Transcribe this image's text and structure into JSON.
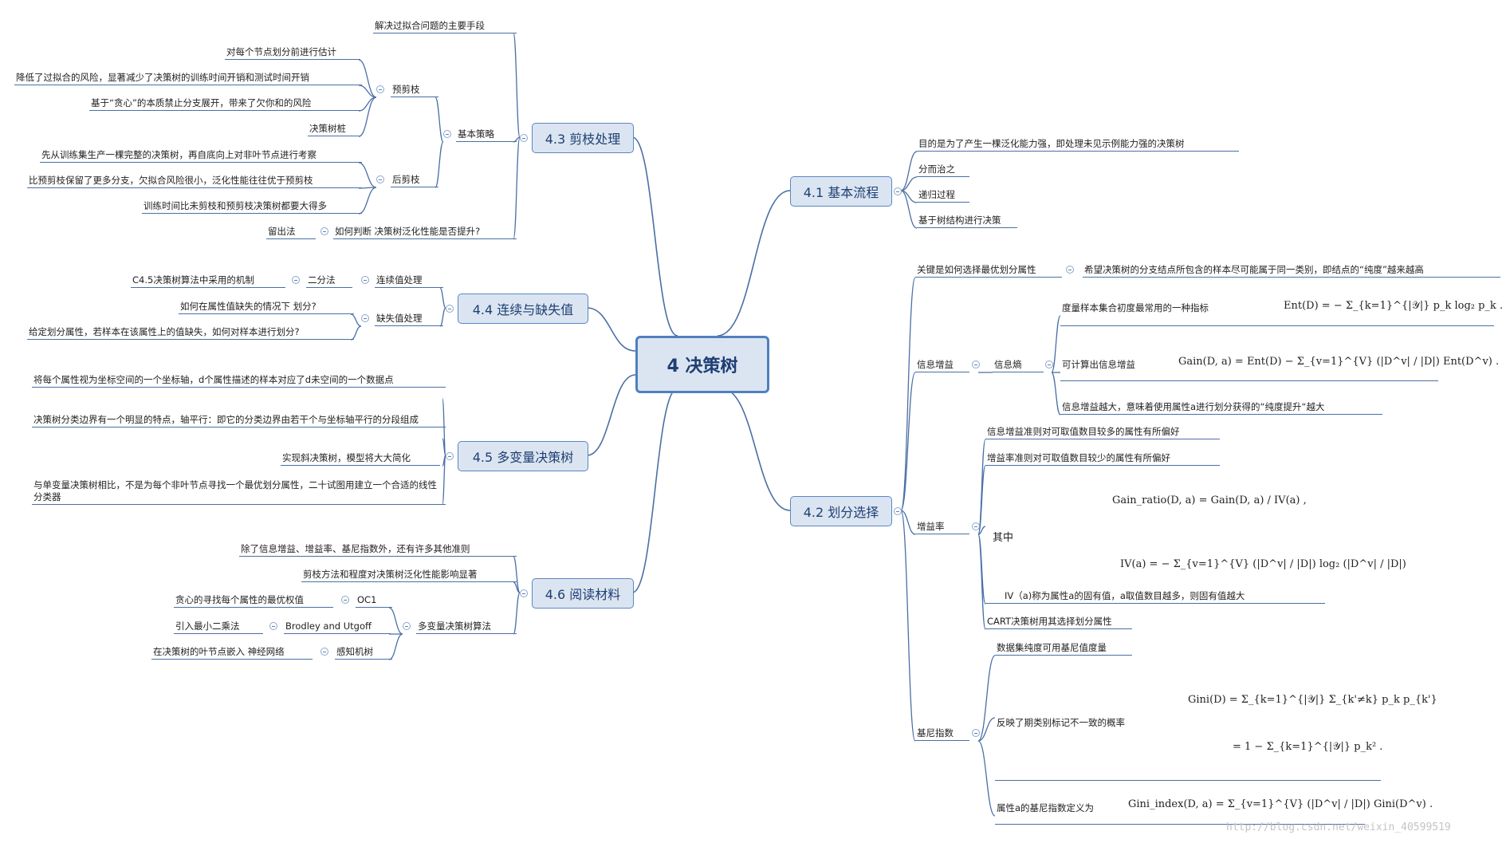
{
  "root": {
    "label": "4 决策树"
  },
  "colors": {
    "line": "#4a6fa5",
    "topic_fill": "#dbe5f1",
    "topic_border": "#5b86c0"
  },
  "s41": {
    "title": "4.1 基本流程",
    "items": [
      "目的是为了产生一棵泛化能力强，即处理未见示例能力强的决策树",
      "分而治之",
      "递归过程",
      "基于树结构进行决策"
    ]
  },
  "s42": {
    "title": "4.2 划分选择",
    "key": "关键是如何选择最优划分属性",
    "key_detail": "希望决策树的分支结点所包含的样本尽可能属于同一类别，即结点的“纯度”越来越高",
    "gain": {
      "label": "信息增益",
      "entropy_label": "信息熵",
      "ent_desc": "度量样本集合初度最常用的一种指标",
      "ent_formula": "Ent(D) = − Σ_{k=1}^{|𝒴|} p_k log₂ p_k .",
      "gain_desc": "可计算出信息增益",
      "gain_formula": "Gain(D, a) = Ent(D) − Σ_{v=1}^{V} (|D^v| / |D|) Ent(D^v) .",
      "note": "信息增益越大，意味着使用属性a进行划分获得的“纯度提升“越大"
    },
    "ratio": {
      "label": "增益率",
      "bias1": "信息增益准则对可取值数目较多的属性有所偏好",
      "bias2": "增益率准则对可取值数目较少的属性有所偏好",
      "formula1": "Gain_ratio(D, a) = Gain(D, a) / IV(a) ,",
      "where": "其中",
      "formula2": "IV(a) = − Σ_{v=1}^{V} (|D^v| / |D|) log₂ (|D^v| / |D|)",
      "iv_note": "IV（a)称为属性a的固有值，a取值数目越多，则固有值越大",
      "cart": "CART决策树用其选择划分属性"
    },
    "gini": {
      "label": "基尼指数",
      "measure": "数据集纯度可用基尼值度量",
      "prob_desc": "反映了期类别标记不一致的概率",
      "formula1": "Gini(D) = Σ_{k=1}^{|𝒴|} Σ_{k'≠k} p_k p_{k'}",
      "formula2": "= 1 − Σ_{k=1}^{|𝒴|} p_k² .",
      "index_desc": "属性a的基尼指数定义为",
      "index_formula": "Gini_index(D, a) = Σ_{v=1}^{V} (|D^v| / |D|) Gini(D^v) ."
    }
  },
  "s43": {
    "title": "4.3 剪枝处理",
    "top": "解决过拟合问题的主要手段",
    "strategy": "基本策略",
    "pre": "预剪枝",
    "pre_items": [
      "对每个节点划分前进行估计",
      "降低了过拟合的风险，显著减少了决策树的训练时间开销和测试时间开销",
      "基于“贪心”的本质禁止分支展开，带来了欠你和的风险",
      "决策树桩"
    ],
    "post": "后剪枝",
    "post_items": [
      "先从训练集生产一棵完整的决策树，再自底向上对非叶节点进行考察",
      "比预剪枝保留了更多分支，欠拟合风险很小，泛化性能往往优于预剪枝",
      "训练时间比未剪枝和预剪枝决策树都要大得多"
    ],
    "judge": "如何判断 决策树泛化性能是否提升?",
    "holdout": "留出法"
  },
  "s44": {
    "title": "4.4 连续与缺失值",
    "cont": "连续值处理",
    "bisect": "二分法",
    "c45": "C4.5决策树算法中采用的机制",
    "missing": "缺失值处理",
    "q1": "如何在属性值缺失的情况下 划分?",
    "q2": "给定划分属性，若样本在该属性上的值缺失，如何对样本进行划分?"
  },
  "s45": {
    "title": "4.5 多变量决策树",
    "items": [
      "将每个属性视为坐标空间的一个坐标轴，d个属性描述的样本对应了d未空间的一个数据点",
      "决策树分类边界有一个明显的特点，轴平行：即它的分类边界由若干个与坐标轴平行的分段组成",
      "实现斜决策树，模型将大大简化",
      "与单变量决策树相比，不是为每个非叶节点寻找一个最优划分属性，二十试图用建立一个合适的线性分类器"
    ]
  },
  "s46": {
    "title": "4.6 阅读材料",
    "items": [
      "除了信息增益、增益率、基尼指数外，还有许多其他准则",
      "剪枝方法和程度对决策树泛化性能影响显著"
    ],
    "multi": "多变量决策树算法",
    "oc1": "OC1",
    "oc1_desc": "贪心的寻找每个属性的最优权值",
    "bu": "Brodley and Utgoff",
    "bu_desc": "引入最小二乘法",
    "perc": "感知机树",
    "perc_desc": "在决策树的叶节点嵌入 神经网络"
  },
  "watermark": "http://blog.csdn.net/weixin_40599519"
}
